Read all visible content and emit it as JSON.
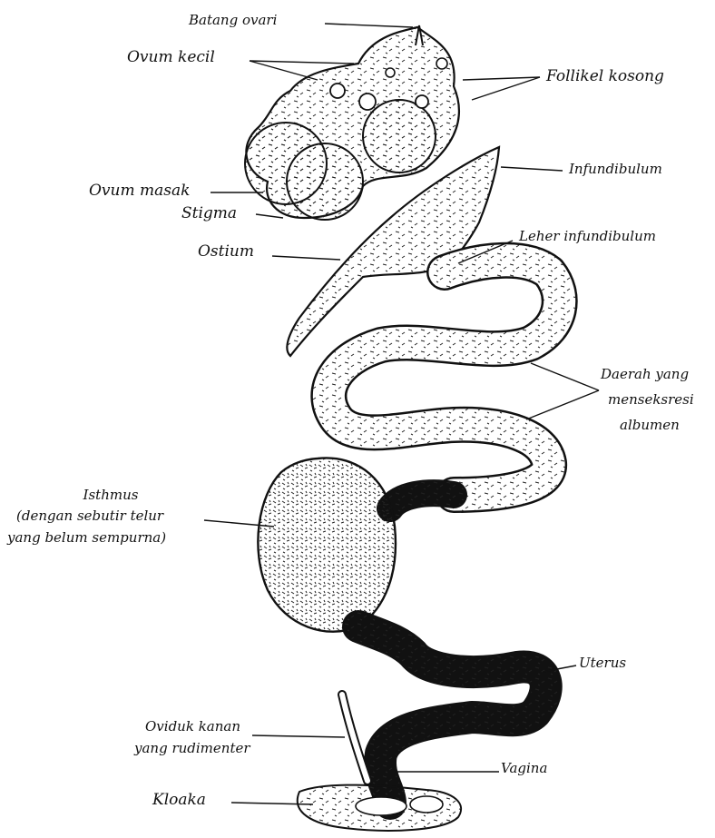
{
  "labels": {
    "batang_ovari": "Batang ovari",
    "ovum_kecil": "Ovum kecil",
    "follikel_kosong": "Follikel kosong",
    "infundibulum": "Infundibulum",
    "ovum_masak": "Ovum masak",
    "stigma": "Stigma",
    "ostium": "Ostium",
    "leher_infundibulum": "Leher infundibulum",
    "daerah_line1": "Daerah yang",
    "daerah_line2": "menseksresi",
    "daerah_line3": "albumen",
    "isthmus_line1": "Isthmus",
    "isthmus_line2": "(dengan sebutir telur",
    "isthmus_line3": "yang belum sempurna)",
    "uterus": "Uterus",
    "oviduk_line1": "Oviduk kanan",
    "oviduk_line2": "yang rudimenter",
    "vagina": "Vagina",
    "kloaka": "Kloaka"
  },
  "colors": {
    "ink": "#111111",
    "paper": "#ffffff"
  }
}
